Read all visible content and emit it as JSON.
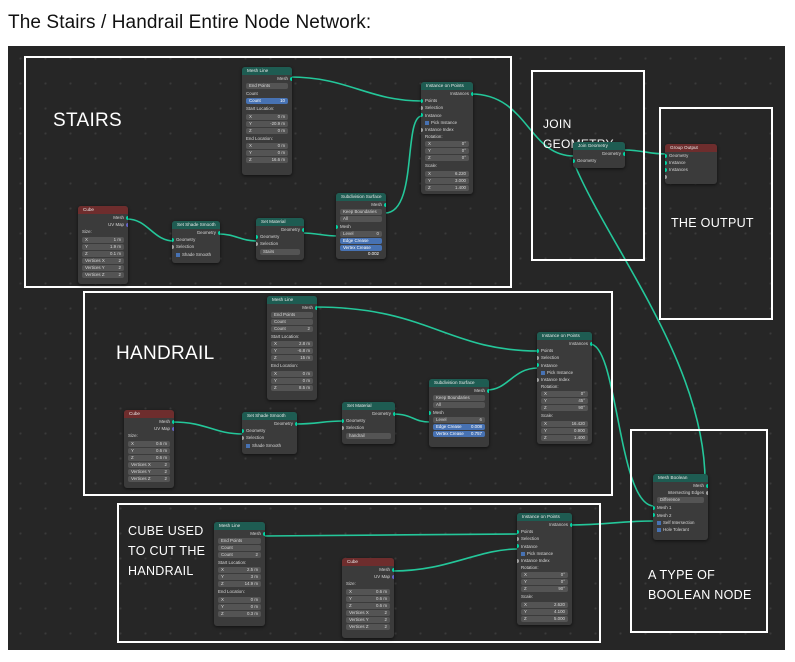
{
  "page_title": "The Stairs / Handrail Entire Node Network:",
  "frames": {
    "stairs": "STAIRS",
    "handrail": "HANDRAIL",
    "join_geometry": "JOIN GEOMETRY",
    "output": "THE OUTPUT",
    "cube_cut": "CUBE USED TO CUT THE HANDRAIL",
    "boolean": "A TYPE OF BOOLEAN NODE"
  },
  "colors": {
    "wire": "#24c79a",
    "frame_border": "#ffffff",
    "canvas": "#262626",
    "node_header": "#1e5c52"
  },
  "nodes": {
    "stairs_mesh_line": {
      "title": "Mesh Line",
      "out_mesh": "Mesh",
      "mode": "End Points",
      "count_label": "Count",
      "count_field": "Count",
      "count_value": "10",
      "start_label": "Start Location:",
      "sx": "X",
      "sx_v": "0 m",
      "sy": "Y",
      "sy_v": "-20.9 m",
      "sz": "Z",
      "sz_v": "0 m",
      "end_label": "End Location:",
      "ex": "X",
      "ex_v": "0 m",
      "ey": "Y",
      "ey_v": "0 m",
      "ez": "Z",
      "ez_v": "16.6 m"
    },
    "stairs_instance": {
      "title": "Instance on Points",
      "out": "Instances",
      "points": "Points",
      "selection": "Selection",
      "instance": "Instance",
      "pick": "Pick Instance",
      "index": "Instance Index",
      "rotation": "Rotation:",
      "rx": "X",
      "rx_v": "0°",
      "ry": "Y",
      "ry_v": "0°",
      "rz": "Z",
      "rz_v": "0°",
      "scale": "Scale:",
      "scx": "X",
      "scx_v": "6.220",
      "scy": "Y",
      "scy_v": "3.000",
      "scz": "Z",
      "scz_v": "1.400"
    },
    "stairs_cube": {
      "title": "Cube",
      "out_mesh": "Mesh",
      "out_uv": "UV Map",
      "size": "Size:",
      "x": "X",
      "x_v": "1 m",
      "y": "Y",
      "y_v": "1.9 m",
      "z": "Z",
      "z_v": "0.1 m",
      "vx": "Vertices X",
      "vx_v": "2",
      "vy": "Vertices Y",
      "vy_v": "2",
      "vz": "Vertices Z",
      "vz_v": "2"
    },
    "stairs_smooth": {
      "title": "Set Shade Smooth",
      "out": "Geometry",
      "geometry": "Geometry",
      "selection": "Selection",
      "shade": "Shade Smooth"
    },
    "stairs_material": {
      "title": "Set Material",
      "out": "Geometry",
      "geometry": "Geometry",
      "selection": "Selection",
      "material": "Stairs"
    },
    "stairs_subdiv": {
      "title": "Subdivision Surface",
      "out": "Mesh",
      "boundary": "Keep Boundaries",
      "uv": "All",
      "mesh": "Mesh",
      "level": "Level",
      "level_v": "0",
      "crease": "Edge Crease",
      "crease_v": "0.936",
      "vcrease": "Vertex Crease",
      "vcrease_v": "0.002"
    },
    "join": {
      "title": "Join Geometry",
      "out": "Geometry",
      "in": "Geometry"
    },
    "group_output": {
      "title": "Group Output",
      "geometry": "Geometry",
      "instance": "Instance",
      "instances": "Instances"
    },
    "hand_mesh_line": {
      "title": "Mesh Line",
      "out_mesh": "Mesh",
      "mode": "End Points",
      "count_label": "Count",
      "count_field": "Count",
      "count_value": "2",
      "start_label": "Start Location:",
      "sx": "X",
      "sx_v": "2.8 m",
      "sy": "Y",
      "sy_v": "-6.8 m",
      "sz": "Z",
      "sz_v": "15 m",
      "end_label": "End Location:",
      "ex": "X",
      "ex_v": "0 m",
      "ey": "Y",
      "ey_v": "0 m",
      "ez": "Z",
      "ez_v": "8.5 m"
    },
    "hand_instance": {
      "title": "Instance on Points",
      "out": "Instances",
      "points": "Points",
      "selection": "Selection",
      "instance": "Instance",
      "pick": "Pick Instance",
      "index": "Instance Index",
      "rotation": "Rotation:",
      "rx": "X",
      "rx_v": "0°",
      "ry": "Y",
      "ry_v": "45°",
      "rz": "Z",
      "rz_v": "90°",
      "scale": "Scale:",
      "scx": "X",
      "scx_v": "16.420",
      "scy": "Y",
      "scy_v": "0.900",
      "scz": "Z",
      "scz_v": "1.400"
    },
    "hand_subdiv": {
      "title": "Subdivision Surface",
      "out": "Mesh",
      "boundary": "Keep Boundaries",
      "uv": "All",
      "mesh": "Mesh",
      "level": "Level",
      "level_v": "6",
      "crease": "Edge Crease",
      "crease_v": "0.008",
      "vcrease": "Vertex Crease",
      "vcrease_v": "0.757"
    },
    "hand_material": {
      "title": "Set Material",
      "out": "Geometry",
      "geometry": "Geometry",
      "selection": "Selection",
      "material": "handrail"
    },
    "hand_smooth": {
      "title": "Set Shade Smooth",
      "out": "Geometry",
      "geometry": "Geometry",
      "selection": "Selection",
      "shade": "Shade Smooth"
    },
    "hand_cube": {
      "title": "Cube",
      "out_mesh": "Mesh",
      "out_uv": "UV Map",
      "size": "Size:",
      "x": "X",
      "x_v": "0.6 m",
      "y": "Y",
      "y_v": "0.6 m",
      "z": "Z",
      "z_v": "0.6 m",
      "vx": "Vertices X",
      "vx_v": "2",
      "vy": "Vertices Y",
      "vy_v": "2",
      "vz": "Vertices Z",
      "vz_v": "2"
    },
    "cut_mesh_line": {
      "title": "Mesh Line",
      "out_mesh": "Mesh",
      "mode": "End Points",
      "count_label": "Count",
      "count_field": "Count",
      "count_value": "2",
      "start_label": "Start Location:",
      "sx": "X",
      "sx_v": "2.5 m",
      "sy": "Y",
      "sy_v": "3 m",
      "sz": "Z",
      "sz_v": "14.9 m",
      "end_label": "End Location:",
      "ex": "X",
      "ex_v": "0 m",
      "ey": "Y",
      "ey_v": "0 m",
      "ez": "Z",
      "ez_v": "0.3 m"
    },
    "cut_cube": {
      "title": "Cube",
      "out_mesh": "Mesh",
      "out_uv": "UV Map",
      "size": "Size:",
      "x": "X",
      "x_v": "0.6 m",
      "y": "Y",
      "y_v": "0.6 m",
      "z": "Z",
      "z_v": "0.6 m",
      "vx": "Vertices X",
      "vx_v": "2",
      "vy": "Vertices Y",
      "vy_v": "2",
      "vz": "Vertices Z",
      "vz_v": "2"
    },
    "cut_instance": {
      "title": "Instance on Points",
      "out": "Instances",
      "points": "Points",
      "selection": "Selection",
      "instance": "Instance",
      "pick": "Pick Instance",
      "index": "Instance Index",
      "rotation": "Rotation:",
      "rx": "X",
      "rx_v": "0°",
      "ry": "Y",
      "ry_v": "0°",
      "rz": "Z",
      "rz_v": "90°",
      "scale": "Scale:",
      "scx": "X",
      "scx_v": "2.620",
      "scy": "Y",
      "scy_v": "4.100",
      "scz": "Z",
      "scz_v": "5.000"
    },
    "boolean": {
      "title": "Mesh Boolean",
      "out": "Mesh",
      "out2": "Intersecting Edges",
      "operation": "Difference",
      "mesh1": "Mesh 1",
      "mesh2": "Mesh 2",
      "self": "Self Intersection",
      "hole": "Hole Tolerant"
    }
  }
}
